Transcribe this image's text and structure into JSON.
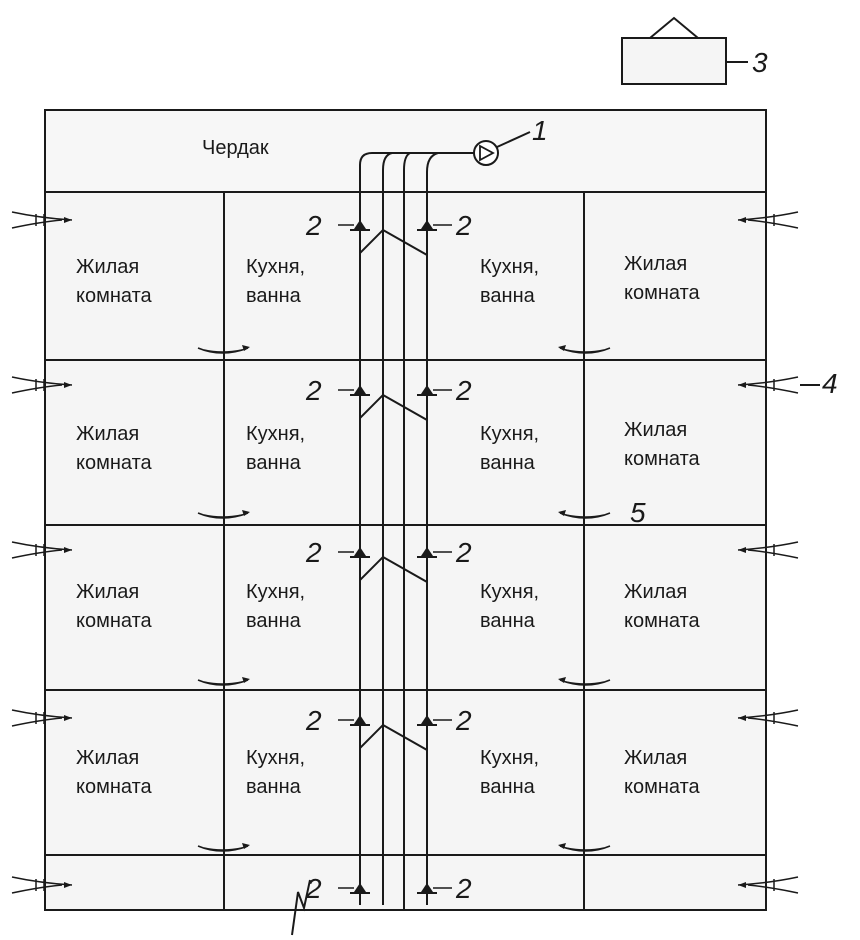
{
  "labels": {
    "attic": "Чердак",
    "living_room_line1": "Жилая",
    "living_room_line2": "комната",
    "kitchen_line1": "Кухня,",
    "kitchen_line2": "ванна"
  },
  "callouts": {
    "fan": "1",
    "valve": "2",
    "roof_unit": "3",
    "inlet": "4",
    "overflow": "5"
  }
}
